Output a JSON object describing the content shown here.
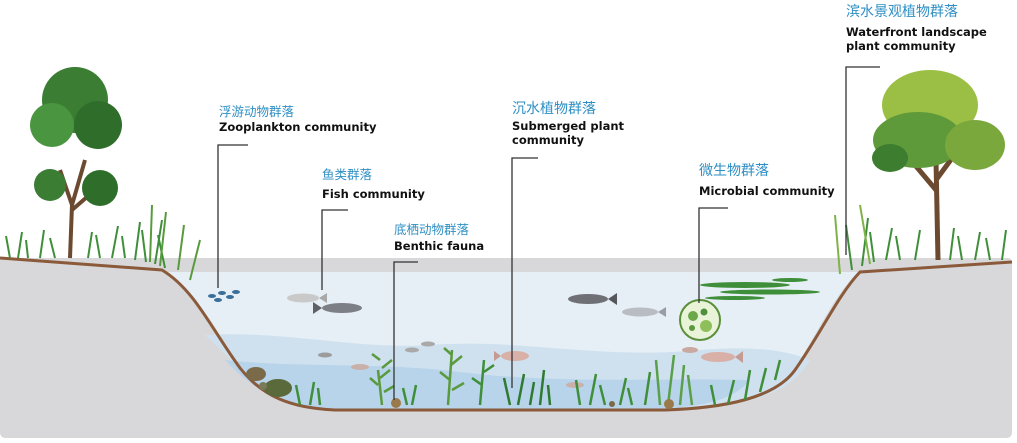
{
  "labels": {
    "zooplankton": {
      "zh": "浮游动物群落",
      "en": "Zooplankton community"
    },
    "fish": {
      "zh": "鱼类群落",
      "en": "Fish community"
    },
    "benthic": {
      "zh": "底栖动物群落",
      "en": "Benthic fauna"
    },
    "submerged": {
      "zh": "沉水植物群落",
      "en_line1": "Submerged plant",
      "en_line2": "community"
    },
    "microbial": {
      "zh": "微生物群落",
      "en": "Microbial community"
    },
    "waterfront": {
      "zh": "滨水景观植物群落",
      "en_line1": "Waterfront landscape",
      "en_line2": "plant community"
    }
  },
  "colors": {
    "ground": "#d8d8da",
    "water_light": "#e6eff5",
    "water_mid": "#cfe1ef",
    "water_deep": "#b8d4ea",
    "soil": "#8a5a3a",
    "label_zh": "#2e8fc4",
    "leader_line": "#333333",
    "plant_green": "#3f8f3a",
    "tree_canopy": "#3a7d33",
    "willow_canopy": "#9bbf45"
  }
}
